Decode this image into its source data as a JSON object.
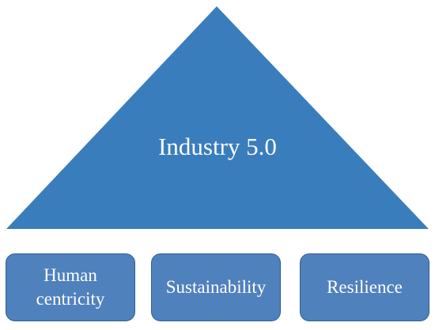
{
  "diagram": {
    "apex": {
      "label": "Industry 5.0",
      "color": "#3a7dbd"
    },
    "pillars": [
      {
        "label": "Human\ncentricity"
      },
      {
        "label": "Sustainability"
      },
      {
        "label": "Resilience"
      }
    ],
    "pillar_fill_color": "#4f81bd",
    "pillar_border_color": "#2f5f90"
  }
}
